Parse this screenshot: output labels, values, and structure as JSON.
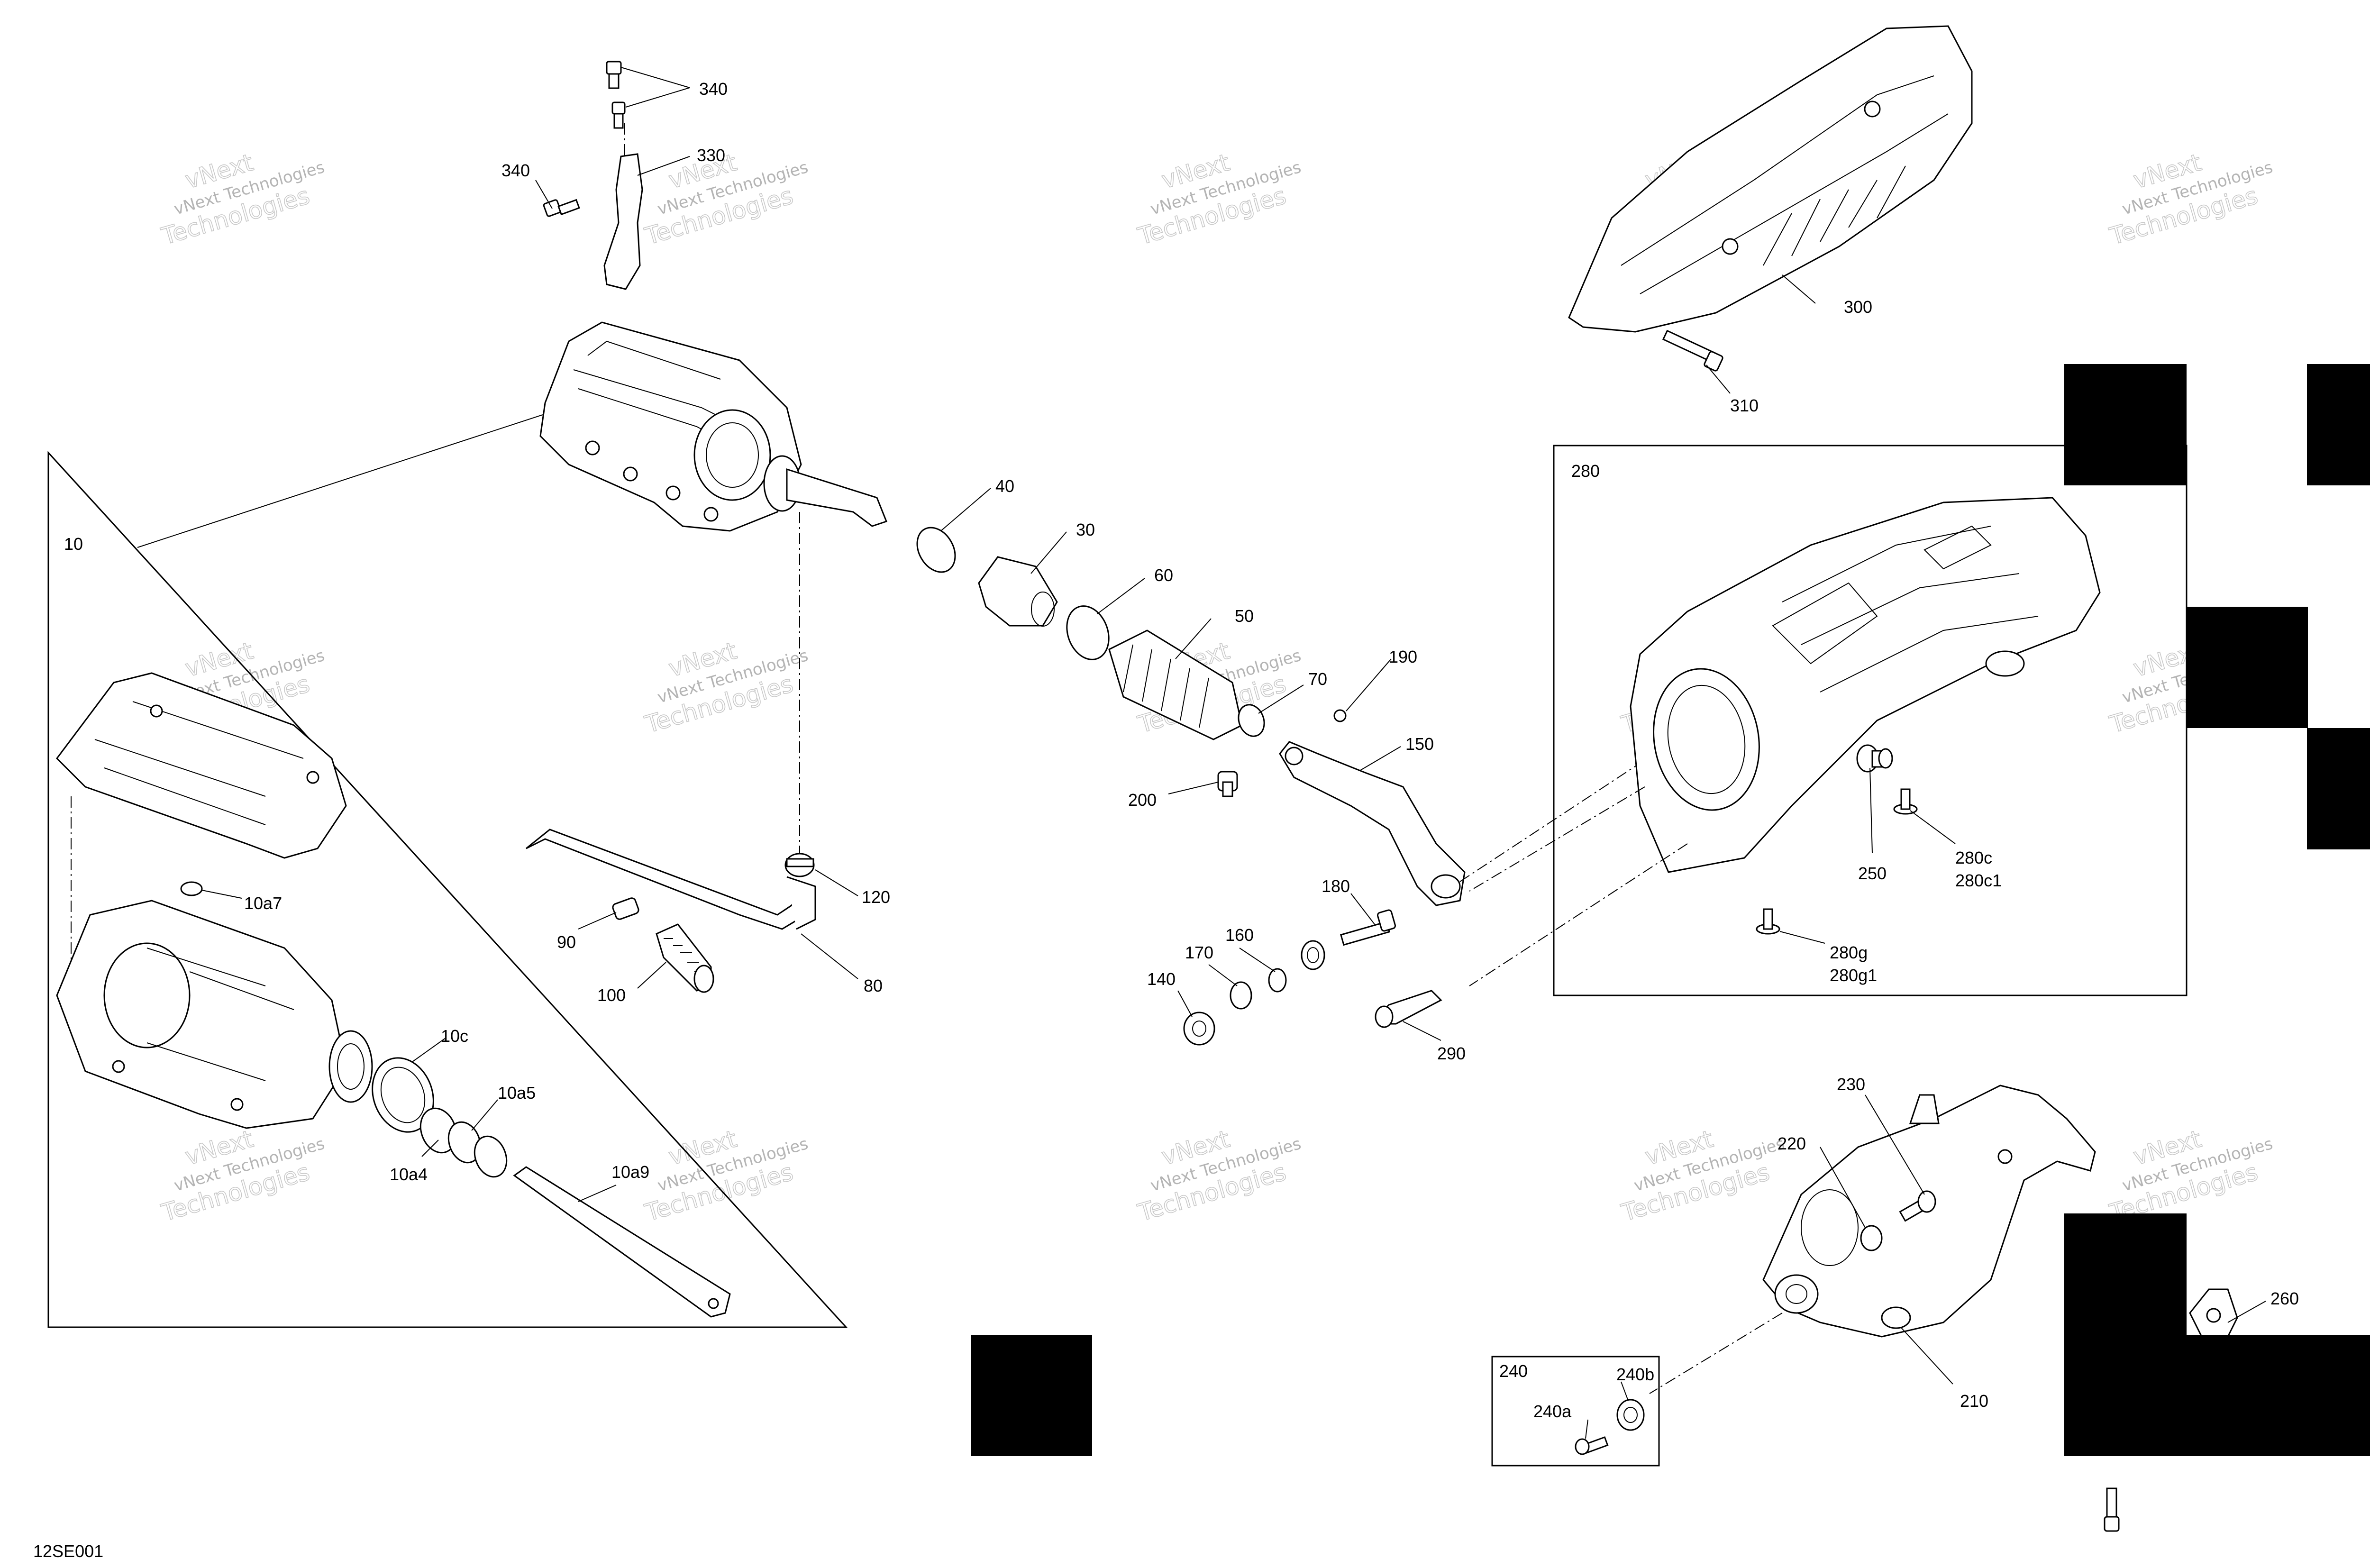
{
  "diagram": {
    "code": "12SE001",
    "watermark_line1": "vNext Technologies",
    "watermark_line2": "vNext",
    "watermark_line3": "Technologies",
    "callouts": [
      {
        "id": "c340a",
        "label": "340"
      },
      {
        "id": "c340b",
        "label": "340"
      },
      {
        "id": "c330",
        "label": "330"
      },
      {
        "id": "c300",
        "label": "300"
      },
      {
        "id": "c310",
        "label": "310"
      },
      {
        "id": "c10",
        "label": "10"
      },
      {
        "id": "c40",
        "label": "40"
      },
      {
        "id": "c30",
        "label": "30"
      },
      {
        "id": "c60",
        "label": "60"
      },
      {
        "id": "c50",
        "label": "50"
      },
      {
        "id": "c70",
        "label": "70"
      },
      {
        "id": "c190",
        "label": "190"
      },
      {
        "id": "c150",
        "label": "150"
      },
      {
        "id": "c200",
        "label": "200"
      },
      {
        "id": "c280",
        "label": "280"
      },
      {
        "id": "c250",
        "label": "250"
      },
      {
        "id": "c280c",
        "label": "280c"
      },
      {
        "id": "c280c1",
        "label": "280c1"
      },
      {
        "id": "c280g",
        "label": "280g"
      },
      {
        "id": "c280g1",
        "label": "280g1"
      },
      {
        "id": "c10a7",
        "label": "10a7"
      },
      {
        "id": "c120",
        "label": "120"
      },
      {
        "id": "c90",
        "label": "90"
      },
      {
        "id": "c100",
        "label": "100"
      },
      {
        "id": "c80",
        "label": "80"
      },
      {
        "id": "c180",
        "label": "180"
      },
      {
        "id": "c160",
        "label": "160"
      },
      {
        "id": "c170",
        "label": "170"
      },
      {
        "id": "c140",
        "label": "140"
      },
      {
        "id": "c290",
        "label": "290"
      },
      {
        "id": "c10c",
        "label": "10c"
      },
      {
        "id": "c10a5",
        "label": "10a5"
      },
      {
        "id": "c10a4",
        "label": "10a4"
      },
      {
        "id": "c10a9",
        "label": "10a9"
      },
      {
        "id": "c230",
        "label": "230"
      },
      {
        "id": "c220",
        "label": "220"
      },
      {
        "id": "c260",
        "label": "260"
      },
      {
        "id": "c210",
        "label": "210"
      },
      {
        "id": "c240",
        "label": "240"
      },
      {
        "id": "c240b",
        "label": "240b"
      },
      {
        "id": "c240a",
        "label": "240a"
      }
    ]
  }
}
